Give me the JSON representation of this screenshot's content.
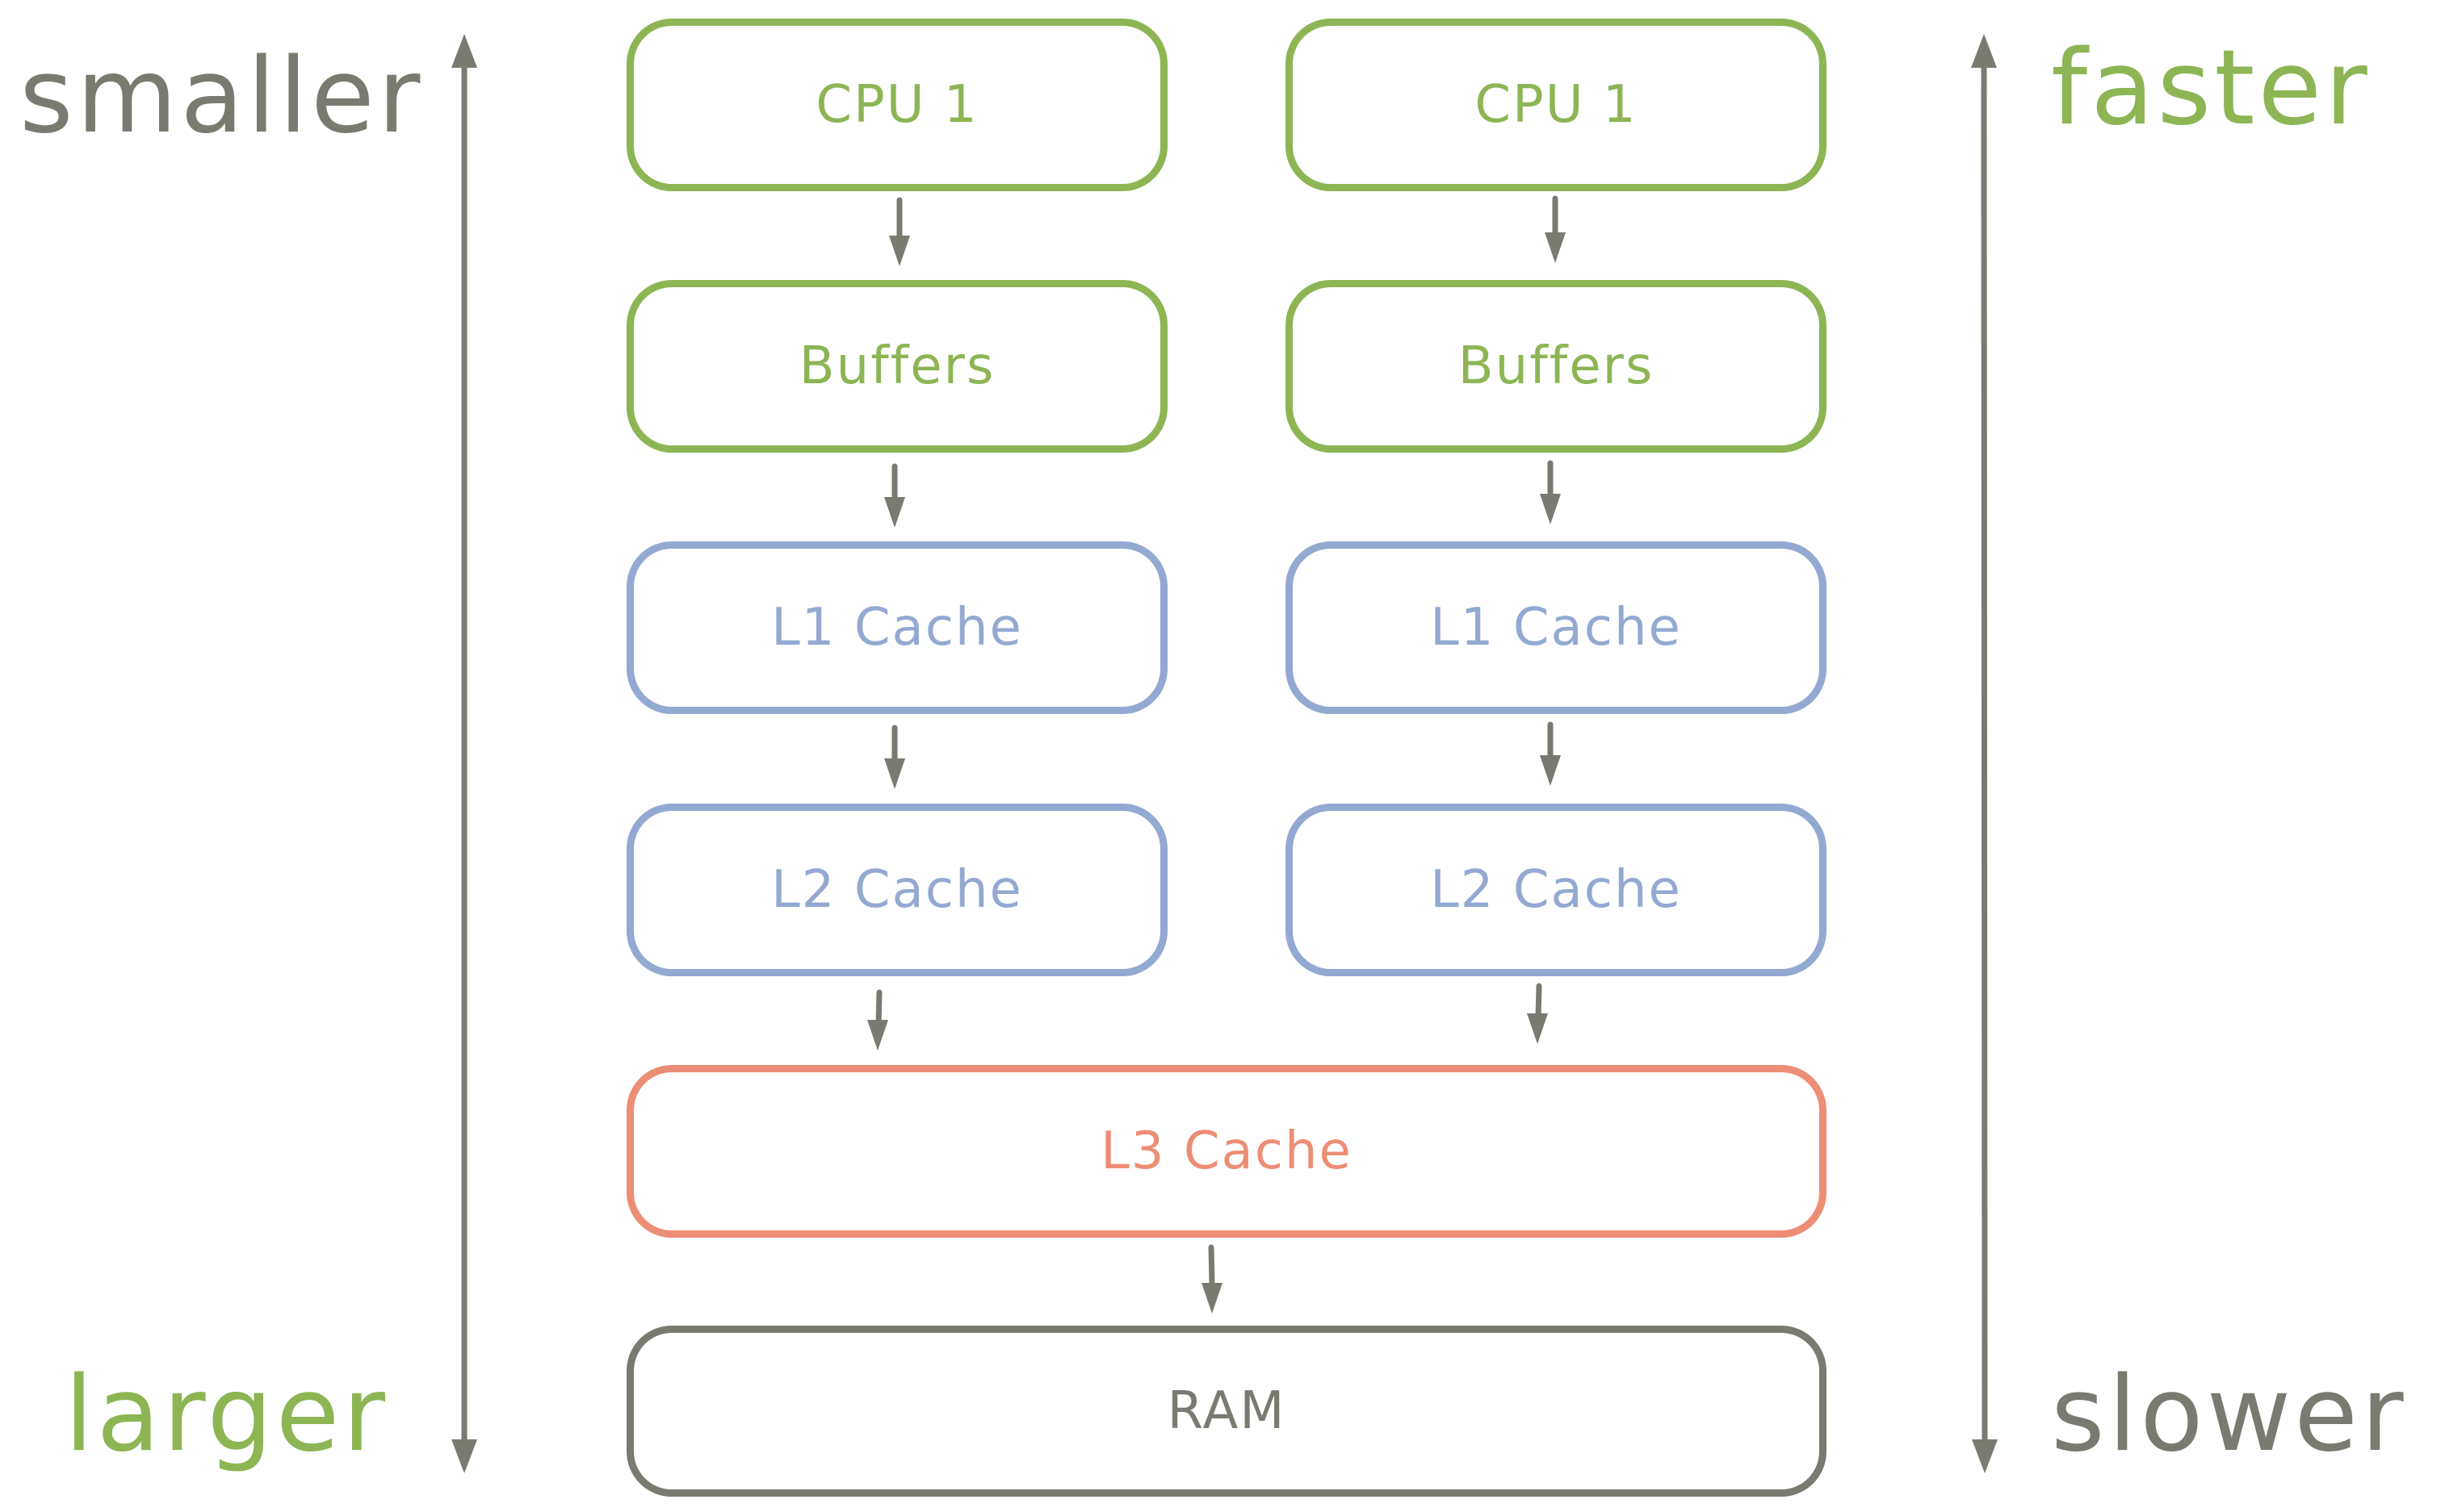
{
  "labels": {
    "top_left": "smaller",
    "bottom_left": "larger",
    "top_right": "faster",
    "bottom_right": "slower"
  },
  "columns": [
    {
      "cpu": "CPU 1",
      "buffers": "Buffers",
      "l1": "L1 Cache",
      "l2": "L2 Cache"
    },
    {
      "cpu": "CPU 1",
      "buffers": "Buffers",
      "l1": "L1 Cache",
      "l2": "L2 Cache"
    }
  ],
  "shared": {
    "l3": "L3 Cache",
    "ram": "RAM"
  },
  "colors": {
    "cpu_buffers": "#8db554",
    "l1_l2": "#93a9d2",
    "l3": "#ec8e75",
    "ram": "#7a7a70",
    "arrows": "#7a7a70"
  }
}
